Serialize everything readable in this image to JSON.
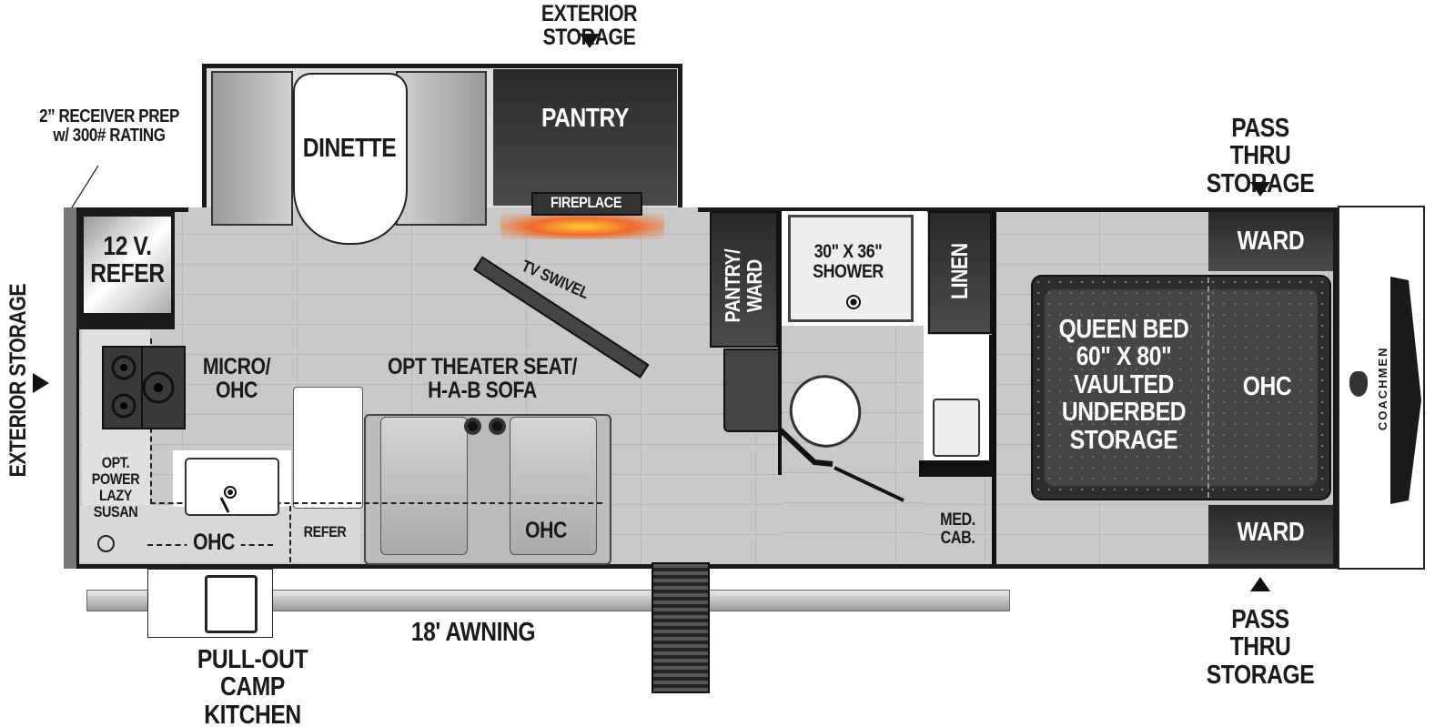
{
  "labels": {
    "exterior_storage_top": "EXTERIOR STORAGE",
    "exterior_storage_left": "EXTERIOR STORAGE",
    "receiver_prep": "2” RECEIVER PREP",
    "receiver_rating": "w/ 300# RATING",
    "dinette": "DINETTE",
    "pantry": "PANTRY",
    "fireplace": "FIREPLACE",
    "tv_swivel": "TV SWIVEL",
    "refer_12v_line1": "12 V.",
    "refer_12v_line2": "REFER",
    "micro_ohc_line1": "MICRO/",
    "micro_ohc_line2": "OHC",
    "theater_line1": "OPT THEATER SEAT/",
    "theater_line2": "H-A-B SOFA",
    "lazy_susan": [
      "OPT.",
      "POWER",
      "LAZY",
      "SUSAN"
    ],
    "ohc_kitchen": "OHC",
    "refer_small": "REFER",
    "ohc_sofa": "OHC",
    "pantry_ward": "PANTRY/ WARD",
    "shower_line1": "30\" X 36\"",
    "shower_line2": "SHOWER",
    "linen": "LINEN",
    "med_cab_line1": "MED.",
    "med_cab_line2": "CAB.",
    "bed": [
      "QUEEN BED",
      "60\" X 80\"",
      "VAULTED",
      "UNDERBED",
      "STORAGE"
    ],
    "ohc_bed": "OHC",
    "ward_top": "WARD",
    "ward_bottom": "WARD",
    "pass_thru_top": [
      "PASS THRU",
      "STORAGE"
    ],
    "pass_thru_bottom": [
      "PASS THRU",
      "STORAGE"
    ],
    "awning": "18' AWNING",
    "camp_kitchen_line1": "PULL-OUT",
    "camp_kitchen_line2": "CAMP KITCHEN",
    "brand": "COACHMEN"
  },
  "colors": {
    "floor": "#c9c9c9",
    "cabinet_dark": "#333333",
    "outline": "#1a1a1a",
    "fireplace_glow": "#f06a2a"
  },
  "icons": [
    "stove-icon",
    "sink-icon",
    "toilet-icon",
    "shower-drain-icon",
    "coachmen-logo",
    "entry-steps-icon",
    "arrow-down-icon",
    "arrow-up-icon",
    "arrow-right-icon"
  ]
}
